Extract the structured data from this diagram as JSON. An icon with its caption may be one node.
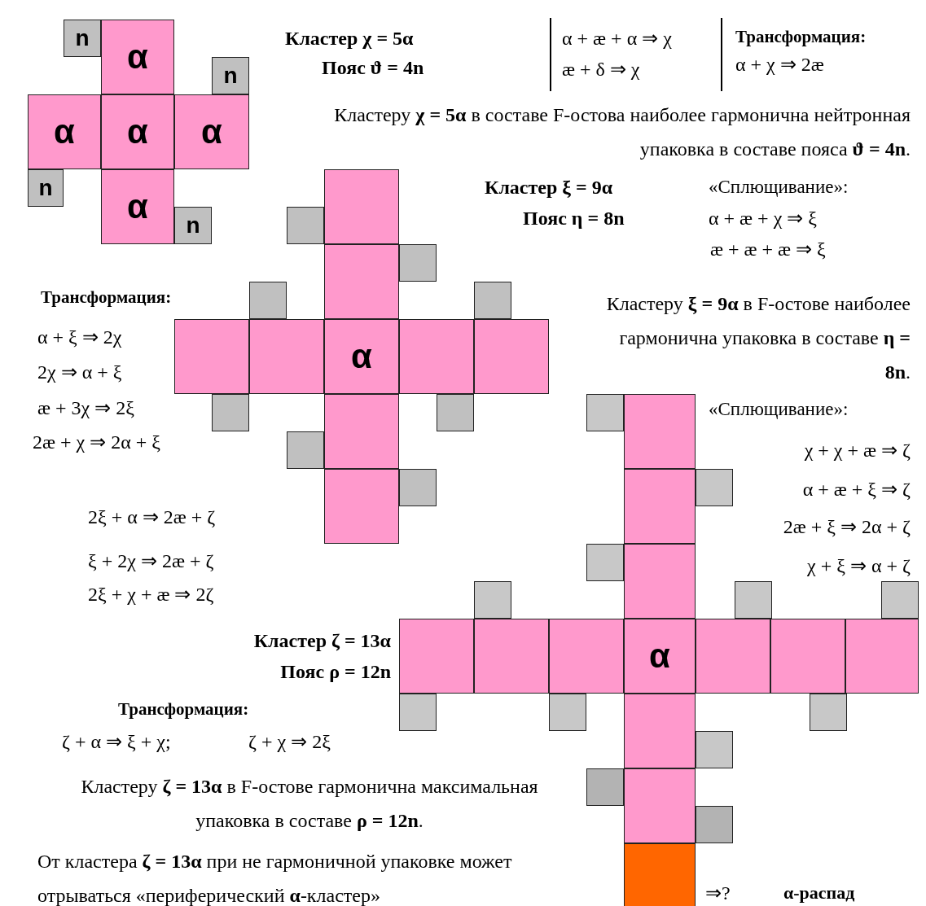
{
  "diagram": {
    "nodes": [
      {
        "text": [
          "n"
        ]
      },
      {
        "text": [
          "α"
        ]
      },
      {
        "text": [
          "n"
        ]
      },
      {
        "text": [
          "α"
        ]
      },
      {
        "text": [
          "α"
        ]
      },
      {
        "text": [
          "α"
        ]
      },
      {
        "text": [
          "n"
        ]
      },
      {
        "text": [
          "α"
        ]
      },
      {
        "text": [
          "n"
        ]
      },
      {
        "text": [],
        "shape": "box"
      },
      {
        "text": [],
        "shape": "box"
      },
      {
        "text": [],
        "shape": "box"
      },
      {
        "text": [],
        "shape": "box"
      },
      {
        "text": [],
        "shape": "box"
      },
      {
        "text": [],
        "shape": "box"
      },
      {
        "text": [],
        "shape": "box"
      },
      {
        "text": [],
        "shape": "box"
      },
      {
        "text": [
          "α"
        ]
      },
      {
        "text": [],
        "shape": "box"
      },
      {
        "text": [],
        "shape": "box"
      },
      {
        "text": [],
        "shape": "box"
      },
      {
        "text": [],
        "shape": "box"
      },
      {
        "text": [],
        "shape": "box"
      },
      {
        "text": [],
        "shape": "box"
      },
      {
        "text": [],
        "shape": "box"
      },
      {
        "text": [],
        "shape": "box"
      },
      {
        "text": [],
        "shape": "box"
      },
      {
        "text": [],
        "shape": "box"
      },
      {
        "text": [],
        "shape": "box"
      },
      {
        "text": [],
        "shape": "box"
      },
      {
        "text": [],
        "shape": "box"
      },
      {
        "text": [],
        "shape": "box"
      },
      {
        "text": [],
        "shape": "box"
      },
      {
        "text": [],
        "shape": "box"
      },
      {
        "text": [],
        "shape": "box"
      },
      {
        "text": [],
        "shape": "box"
      },
      {
        "text": [],
        "shape": "box"
      },
      {
        "text": [],
        "shape": "box"
      },
      {
        "text": [
          "α"
        ]
      },
      {
        "text": [],
        "shape": "box"
      },
      {
        "text": [],
        "shape": "box"
      },
      {
        "text": [],
        "shape": "box"
      },
      {
        "text": [],
        "shape": "box"
      },
      {
        "text": [],
        "shape": "box"
      },
      {
        "text": [],
        "shape": "box"
      },
      {
        "text": [],
        "shape": "box"
      },
      {
        "text": [],
        "shape": "box"
      },
      {
        "text": [],
        "shape": "box"
      },
      {
        "text": [],
        "shape": "box"
      },
      {
        "text": [],
        "shape": "box"
      },
      {
        "text": [],
        "shape": "box"
      }
    ],
    "labels": [
      "Кластер  χ = 5α",
      "Пояс  ϑ = 4n",
      "α + æ + α ⇒ χ",
      "æ + δ ⇒ χ",
      "Трансформация:",
      "α + χ ⇒ 2æ",
      "Кластеру  **χ = 5α** в составе F-остова наиболее гармонична нейтронная упаковка в составе пояса **ϑ = 4n**.",
      "Кластер  ξ = 9α",
      "Пояс  η = 8n",
      "«Сплющивание»:",
      "α + æ + χ ⇒ ξ",
      "æ + æ + æ ⇒ ξ",
      "Трансформация:",
      "α + ξ ⇒ 2χ",
      "2χ ⇒ α + ξ",
      "æ + 3χ ⇒ 2ξ",
      "2æ + χ ⇒ 2α + ξ",
      "Кластеру  **ξ = 9α** в F-остове наиболее гармонична упаковка в составе **η = 8n**.",
      "«Сплющивание»:",
      "χ + χ + æ ⇒ ζ",
      "α + æ + ξ ⇒ ζ",
      "2æ + ξ ⇒ 2α + ζ",
      "χ + ξ ⇒ α + ζ",
      "2ξ + α ⇒ 2æ + ζ",
      "ξ + 2χ ⇒ 2æ + ζ",
      "2ξ + χ + æ ⇒ 2ζ",
      "Кластер  ζ = 13α",
      "Пояс  ρ = 12n",
      "Трансформация:",
      "ζ + α ⇒ ξ + χ;",
      "ζ + χ ⇒ 2ξ",
      "Кластеру  **ζ = 13α** в F-остове гармонична максимальная упаковка в составе **ρ = 12n**.",
      "От кластера **ζ = 13α** при не гармоничной упаковке может отрываться «периферический **α**-кластер»",
      "⇒?",
      "α-распад"
    ]
  }
}
